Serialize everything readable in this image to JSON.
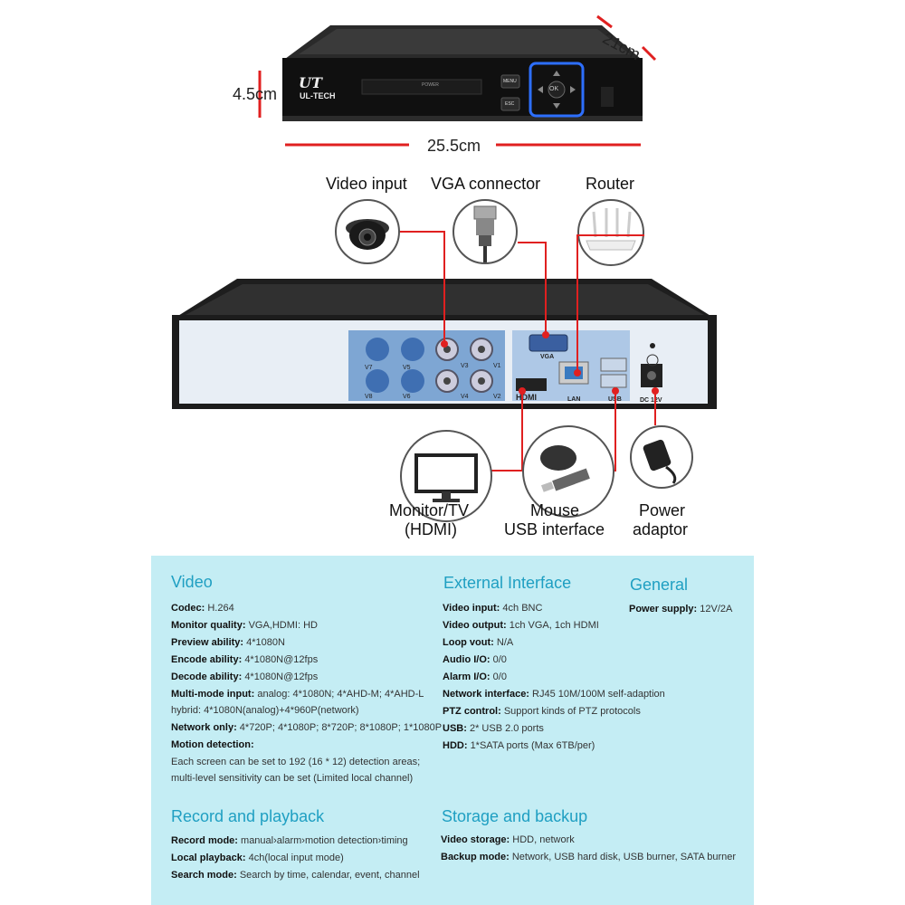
{
  "dimensions": {
    "height": "4.5cm",
    "depth": "21cm",
    "width": "25.5cm"
  },
  "front_panel": {
    "brand": "UL-TECH",
    "power_text": "POWER",
    "menu_label": "MENU",
    "esc_label": "ESC",
    "ok_label": "OK"
  },
  "connectors_top": {
    "video_input": "Video input",
    "vga": "VGA connector",
    "router": "Router"
  },
  "rear_panel": {
    "v7": "V7",
    "v5": "V5",
    "v3": "V3",
    "v1": "V1",
    "v8": "V8",
    "v6": "V6",
    "v4": "V4",
    "v2": "V2",
    "vga": "VGA",
    "hdmi": "HDMI",
    "lan": "LAN",
    "usb": "USB",
    "dc": "DC 12V"
  },
  "connectors_bottom": {
    "monitor_l1": "Monitor/TV",
    "monitor_l2": "(HDMI)",
    "mouse_l1": "Mouse",
    "mouse_l2": "USB interface",
    "power_l1": "Power",
    "power_l2": "adaptor"
  },
  "specs": {
    "video": {
      "title": "Video",
      "codec_k": "Codec:",
      "codec_v": "H.264",
      "monitor_k": "Monitor quality:",
      "monitor_v": "VGA,HDMI: HD",
      "preview_k": "Preview ability:",
      "preview_v": "4*1080N",
      "encode_k": "Encode ability:",
      "encode_v": "4*1080N@12fps",
      "decode_k": "Decode ability:",
      "decode_v": "4*1080N@12fps",
      "multi_k": "Multi-mode input:",
      "multi_v": "analog: 4*1080N; 4*AHD-M; 4*AHD-L",
      "multi_v2": "hybrid: 4*1080N(analog)+4*960P(network)",
      "netonly_k": "Network only:",
      "netonly_v": "4*720P; 4*1080P; 8*720P; 8*1080P; 1*1080P",
      "motion_k": "Motion detection:",
      "motion_l1": "Each screen can be set to 192 (16 * 12) detection areas;",
      "motion_l2": "multi-level sensitivity can be set (Limited local channel)"
    },
    "external": {
      "title": "External Interface",
      "vin_k": "Video input:",
      "vin_v": "4ch BNC",
      "vout_k": "Video output:",
      "vout_v": "1ch VGA, 1ch HDMI",
      "loop_k": "Loop vout:",
      "loop_v": "N/A",
      "audio_k": "Audio I/O:",
      "audio_v": "0/0",
      "alarm_k": "Alarm I/O:",
      "alarm_v": "0/0",
      "net_k": "Network interface:",
      "net_v": "RJ45 10M/100M self-adaption",
      "ptz_k": "PTZ control:",
      "ptz_v": "Support kinds of PTZ protocols",
      "usb_k": "USB:",
      "usb_v": "2* USB 2.0 ports",
      "hdd_k": "HDD:",
      "hdd_v": "1*SATA ports (Max 6TB/per)"
    },
    "general": {
      "title": "General",
      "ps_k": "Power supply:",
      "ps_v": "12V/2A"
    },
    "record": {
      "title": "Record and playback",
      "rec_k": "Record mode:",
      "rec_v": "manual›alarm›motion detection›timing",
      "local_k": "Local playback:",
      "local_v": "4ch(local input mode)",
      "search_k": "Search mode:",
      "search_v": "Search by time, calendar, event, channel"
    },
    "storage": {
      "title": "Storage and backup",
      "vs_k": "Video storage:",
      "vs_v": "HDD, network",
      "bm_k": "Backup mode:",
      "bm_v": "Network, USB hard disk, USB burner, SATA burner"
    }
  },
  "colors": {
    "accent": "#1f9fc2",
    "panel_bg": "#c4edf4",
    "line_red": "#e02020",
    "port_blue": "#7ea6d3"
  }
}
